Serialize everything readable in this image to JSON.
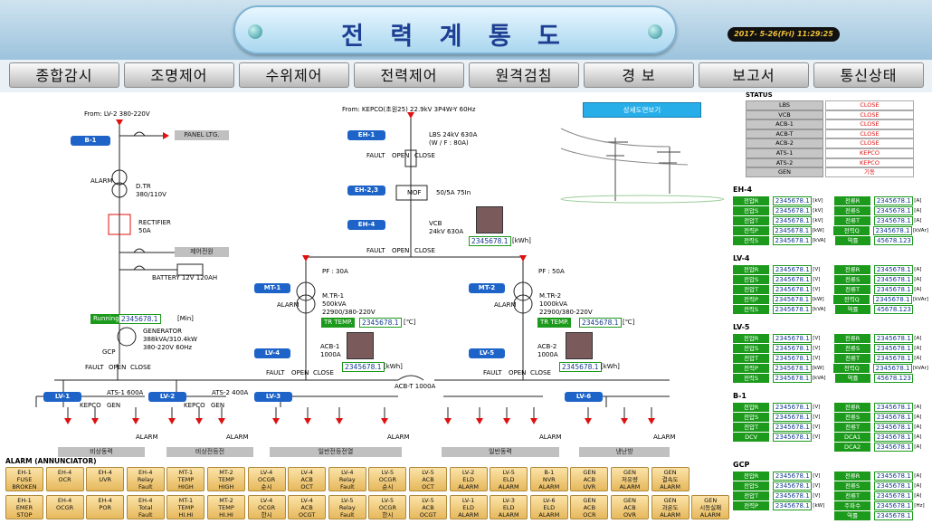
{
  "header": {
    "title": "전 력 계 통 도",
    "clock": "2017- 5-26(Fri)    11:29:25"
  },
  "menu": [
    "종합감시",
    "조명제어",
    "수위제어",
    "전력제어",
    "원격검침",
    "경 보",
    "보고서",
    "통신상태"
  ],
  "detail_button": "상세도면보기",
  "status": {
    "title": "STATUS",
    "rows": [
      {
        "k": "LBS",
        "v": "CLOSE"
      },
      {
        "k": "VCB",
        "v": "CLOSE"
      },
      {
        "k": "ACB-1",
        "v": "CLOSE"
      },
      {
        "k": "ACB-T",
        "v": "CLOSE"
      },
      {
        "k": "ACB-2",
        "v": "CLOSE"
      },
      {
        "k": "ATS-1",
        "v": "KEPCO"
      },
      {
        "k": "ATS-2",
        "v": "KEPCO"
      },
      {
        "k": "GEN",
        "v": "기동"
      }
    ]
  },
  "sections": [
    {
      "title": "EH-4",
      "rows": [
        [
          "전압R",
          "2345678.1",
          "[kV]",
          "전류R",
          "2345678.1",
          "[A]"
        ],
        [
          "전압S",
          "2345678.1",
          "[kV]",
          "전류S",
          "2345678.1",
          "[A]"
        ],
        [
          "전압T",
          "2345678.1",
          "[kV]",
          "전류T",
          "2345678.1",
          "[A]"
        ],
        [
          "전력P",
          "2345678.1",
          "[kW]",
          "전력Q",
          "2345678.1",
          "[kVAr]"
        ],
        [
          "전력S",
          "2345678.1",
          "[kVA]",
          "역률",
          "45678.123",
          ""
        ]
      ]
    },
    {
      "title": "LV-4",
      "rows": [
        [
          "전압R",
          "2345678.1",
          "[V]",
          "전류R",
          "2345678.1",
          "[A]"
        ],
        [
          "전압S",
          "2345678.1",
          "[V]",
          "전류S",
          "2345678.1",
          "[A]"
        ],
        [
          "전압T",
          "2345678.1",
          "[V]",
          "전류T",
          "2345678.1",
          "[A]"
        ],
        [
          "전력P",
          "2345678.1",
          "[kW]",
          "전력Q",
          "2345678.1",
          "[kVAr]"
        ],
        [
          "전력S",
          "2345678.1",
          "[kVA]",
          "역률",
          "45678.123",
          ""
        ]
      ]
    },
    {
      "title": "LV-5",
      "rows": [
        [
          "전압R",
          "2345678.1",
          "[V]",
          "전류R",
          "2345678.1",
          "[A]"
        ],
        [
          "전압S",
          "2345678.1",
          "[V]",
          "전류S",
          "2345678.1",
          "[A]"
        ],
        [
          "전압T",
          "2345678.1",
          "[V]",
          "전류T",
          "2345678.1",
          "[A]"
        ],
        [
          "전력P",
          "2345678.1",
          "[kW]",
          "전력Q",
          "2345678.1",
          "[kVAr]"
        ],
        [
          "전력S",
          "2345678.1",
          "[kVA]",
          "역률",
          "45678.123",
          ""
        ]
      ]
    },
    {
      "title": "B-1",
      "rows": [
        [
          "전압R",
          "2345678.1",
          "[V]",
          "전류R",
          "2345678.1",
          "[A]"
        ],
        [
          "전압S",
          "2345678.1",
          "[V]",
          "전류S",
          "2345678.1",
          "[A]"
        ],
        [
          "전압T",
          "2345678.1",
          "[V]",
          "전류T",
          "2345678.1",
          "[A]"
        ],
        [
          "DCV",
          "2345678.1",
          "[V]",
          "DCA1",
          "2345678.1",
          "[A]"
        ],
        [
          "",
          "",
          "",
          "DCA2",
          "2345678.1",
          "[A]"
        ]
      ]
    },
    {
      "title": "GCP",
      "rows": [
        [
          "전압R",
          "2345678.1",
          "[V]",
          "전류R",
          "2345678.1",
          "[A]"
        ],
        [
          "전압S",
          "2345678.1",
          "[V]",
          "전류S",
          "2345678.1",
          "[A]"
        ],
        [
          "전압T",
          "2345678.1",
          "[V]",
          "전류T",
          "2345678.1",
          "[A]"
        ],
        [
          "전력P",
          "2345678.1",
          "[kW]",
          "주파수",
          "2345678.1",
          "[Hz]"
        ],
        [
          "",
          "",
          "",
          "역률",
          "2345678.1",
          ""
        ]
      ]
    }
  ],
  "diagram": {
    "from_lv": "From: LV-2 380-220V",
    "from_kepco": "From: KEPCO(초원25) 22.9kV 3P4W-Y 60Hz",
    "panel_ltg": "PANEL LTG.",
    "dtr": "D.TR\n380/110V",
    "rectifier": "RECTIFIER\n50A",
    "control_power": "제어전원",
    "battery": "BATTERY 12V 120AH",
    "lbs": "LBS 24kV 630A\n(W / F : 80A)",
    "mof": "MOF",
    "mof_ratio": "50/5A 75In",
    "vcb": "VCB\n24kV 630A",
    "pf30": "PF : 30A",
    "pf50": "PF : 50A",
    "mtr1": "M.TR-1\n500kVA\n22900/380-220V",
    "mtr2": "M.TR-2\n1000kVA\n22900/380-220V",
    "running_time": "Running Time",
    "generator": "GENERATOR\n388kVA/310.4kW\n380-220V 60Hz",
    "gcp": "GCP",
    "acb1": "ACB-1\n1000A",
    "acb2": "ACB-2\n1000A",
    "acbt": "ACB-T 1000A",
    "ats1": "ATS-1 600A",
    "ats2": "ATS-2 400A",
    "tr_temp": "TR TEMP.",
    "value": "2345678.1",
    "unit_kwh": "[kWh]",
    "unit_c": "[℃]",
    "unit_min": "[Min]",
    "fault": "FAULT",
    "open": "OPEN",
    "close": "CLOSE",
    "alarm": "ALARM",
    "kepco": "KEPCO",
    "gen": "GEN",
    "tags": [
      "B-1",
      "EH-1",
      "EH-2,3",
      "EH-4",
      "MT-1",
      "MT-2",
      "LV-4",
      "LV-5",
      "LV-1",
      "LV-2",
      "LV-3",
      "LV-6"
    ],
    "loads": [
      "비상동력",
      "비상전등전",
      "일반전등전열",
      "일반동력",
      "냉난방"
    ]
  },
  "alarm": {
    "title": "ALARM (ANNUNCIATOR)",
    "row1": [
      "EH-1\nFUSE\nBROKEN",
      "EH-4\nOCR",
      "EH-4\nUVR",
      "EH-4\nRelay\nFault",
      "MT-1\nTEMP\nHIGH",
      "MT-2\nTEMP\nHIGH",
      "LV-4\nOCGR\n순시",
      "LV-4\nACB\nOCT",
      "LV-4\nRelay\nFault",
      "LV-5\nOCGR\n순시",
      "LV-5\nACB\nOCT",
      "LV-2\nELD\nALARM",
      "LV-5\nELD\nALARM",
      "B-1\nNVR\nALARM",
      "GEN\nACB\nUVR",
      "GEN\n저유량\nALARM",
      "GEN\n결속도\nALARM"
    ],
    "row2": [
      "EH-1\nEMER\nSTOP",
      "EH-4\nOCGR",
      "EH-4\nPOR",
      "EH-4\nTotal\nFault",
      "MT-1\nTEMP\nHI.HI",
      "MT-2\nTEMP\nHI.HI",
      "LV-4\nOCGR\n한시",
      "LV-4\nACB\nOCGT",
      "LV-5\nRelay\nFault",
      "LV-5\nOCGR\n한시",
      "LV-5\nACB\nOCGT",
      "LV-1\nELD\nALARM",
      "LV-3\nELD\nALARM",
      "LV-6\nELD\nALARM",
      "GEN\nACB\nOCR",
      "GEN\nACB\nOVR",
      "GEN\n과온도\nALARM",
      "GEN\n시동실패\nALARM"
    ]
  }
}
